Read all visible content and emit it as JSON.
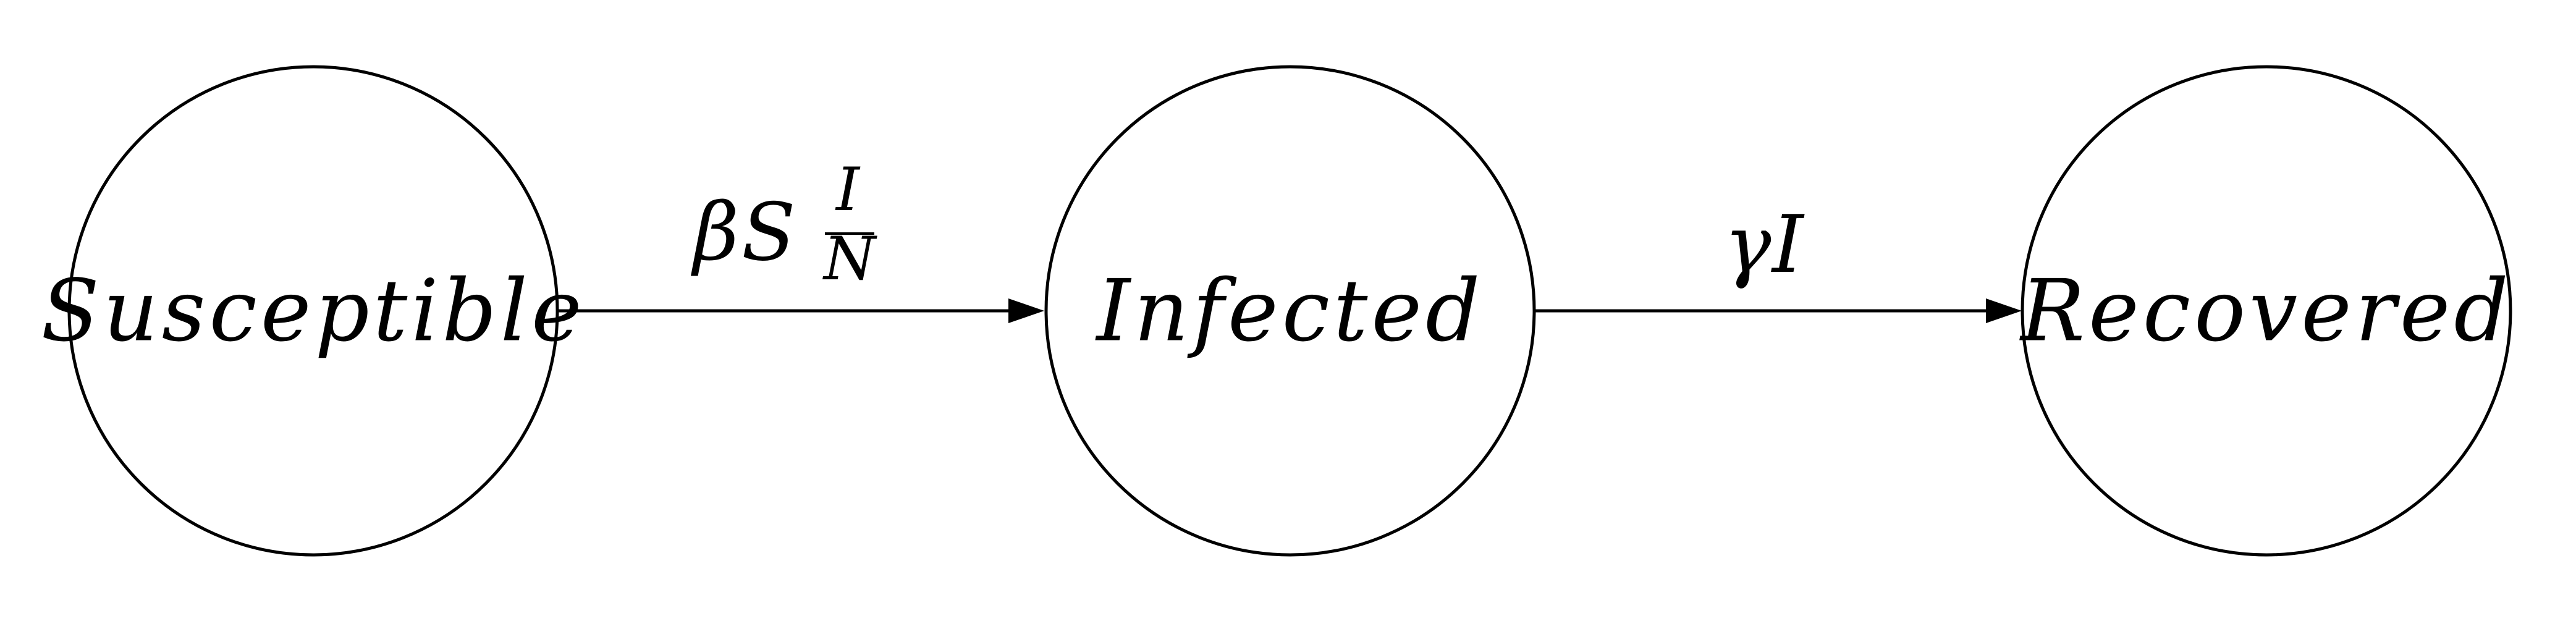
{
  "diagram": {
    "nodes": [
      {
        "id": "susceptible",
        "label": "Susceptible"
      },
      {
        "id": "infected",
        "label": "Infected"
      },
      {
        "id": "recovered",
        "label": "Recovered"
      }
    ],
    "edges": [
      {
        "from": "susceptible",
        "to": "infected",
        "rate": {
          "beta": "β",
          "s": "S",
          "numerator": "I",
          "denominator": "N"
        }
      },
      {
        "from": "infected",
        "to": "recovered",
        "rate": {
          "gamma": "γ",
          "i": "I"
        }
      }
    ]
  }
}
